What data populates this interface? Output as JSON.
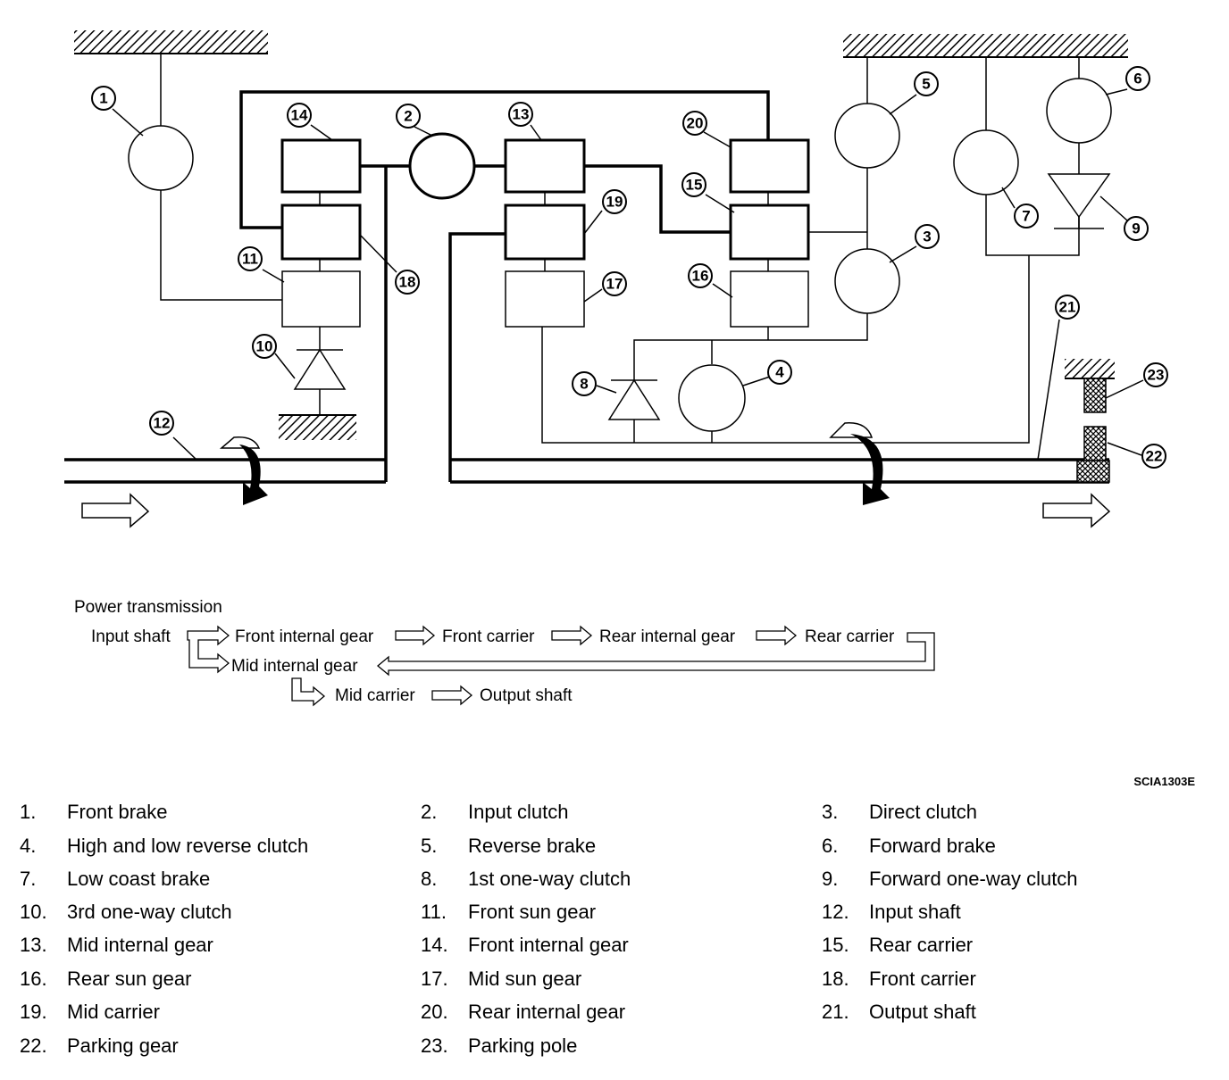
{
  "flow": {
    "title": "Power transmission",
    "input_shaft": "Input shaft",
    "front_internal_gear": "Front internal gear",
    "front_carrier": "Front carrier",
    "rear_internal_gear": "Rear internal gear",
    "rear_carrier": "Rear carrier",
    "mid_internal_gear": "Mid internal gear",
    "mid_carrier": "Mid carrier",
    "output_shaft": "Output shaft"
  },
  "figure_code": "SCIA1303E",
  "callouts": [
    "1",
    "2",
    "3",
    "4",
    "5",
    "6",
    "7",
    "8",
    "9",
    "10",
    "11",
    "12",
    "13",
    "14",
    "15",
    "16",
    "17",
    "18",
    "19",
    "20",
    "21",
    "22",
    "23"
  ],
  "legend": [
    {
      "num": "1.",
      "label": "Front brake"
    },
    {
      "num": "2.",
      "label": "Input clutch"
    },
    {
      "num": "3.",
      "label": "Direct clutch"
    },
    {
      "num": "4.",
      "label": "High and low reverse clutch"
    },
    {
      "num": "5.",
      "label": "Reverse brake"
    },
    {
      "num": "6.",
      "label": "Forward brake"
    },
    {
      "num": "7.",
      "label": "Low coast brake"
    },
    {
      "num": "8.",
      "label": "1st one-way clutch"
    },
    {
      "num": "9.",
      "label": "Forward one-way clutch"
    },
    {
      "num": "10.",
      "label": "3rd one-way clutch"
    },
    {
      "num": "11.",
      "label": "Front sun gear"
    },
    {
      "num": "12.",
      "label": "Input shaft"
    },
    {
      "num": "13.",
      "label": "Mid internal gear"
    },
    {
      "num": "14.",
      "label": "Front internal gear"
    },
    {
      "num": "15.",
      "label": "Rear carrier"
    },
    {
      "num": "16.",
      "label": "Rear sun gear"
    },
    {
      "num": "17.",
      "label": "Mid sun gear"
    },
    {
      "num": "18.",
      "label": "Front carrier"
    },
    {
      "num": "19.",
      "label": "Mid carrier"
    },
    {
      "num": "20.",
      "label": "Rear internal gear"
    },
    {
      "num": "21.",
      "label": "Output shaft"
    },
    {
      "num": "22.",
      "label": "Parking gear"
    },
    {
      "num": "23.",
      "label": "Parking pole"
    }
  ]
}
